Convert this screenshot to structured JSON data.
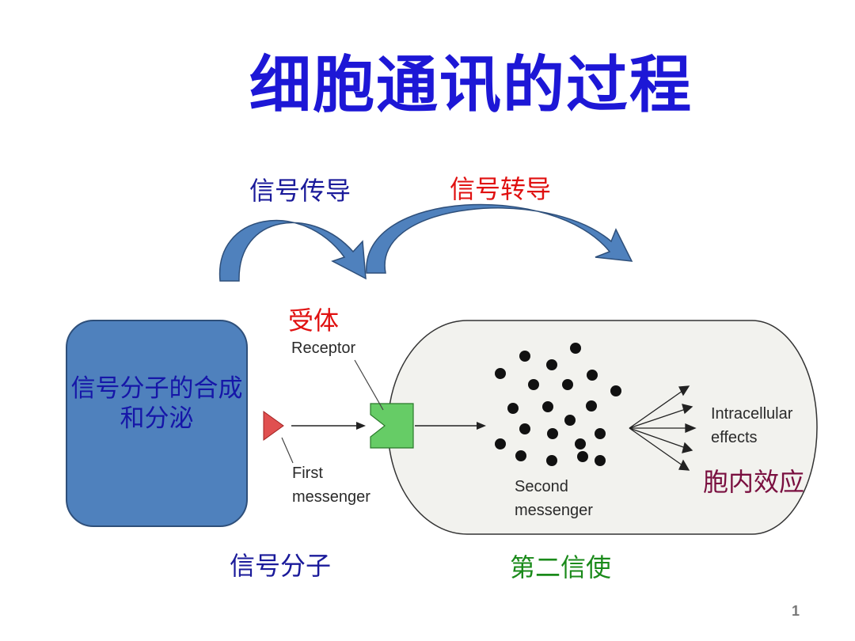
{
  "slide": {
    "title": "细胞通讯的过程",
    "page_number": "1"
  },
  "labels": {
    "signal_transduction_1": "信号传导",
    "signal_transduction_2": "信号转导",
    "receptor_cn": "受体",
    "signal_synthesis": "信号分子的合成和分泌",
    "signal_molecule": "信号分子",
    "second_messenger_cn": "第二信使",
    "intracellular_effect_cn": "胞内效应"
  },
  "diagram_text": {
    "receptor": "Receptor",
    "first_messenger": "First messenger",
    "second_messenger": "Second messenger",
    "intracellular_effects": "Intracellular effects"
  },
  "colors": {
    "title": "#1d17d6",
    "arc_fill": "#4f81bd",
    "box_fill": "#4f81bd",
    "first_messenger": "#e05050",
    "receptor": "#66cc66"
  }
}
